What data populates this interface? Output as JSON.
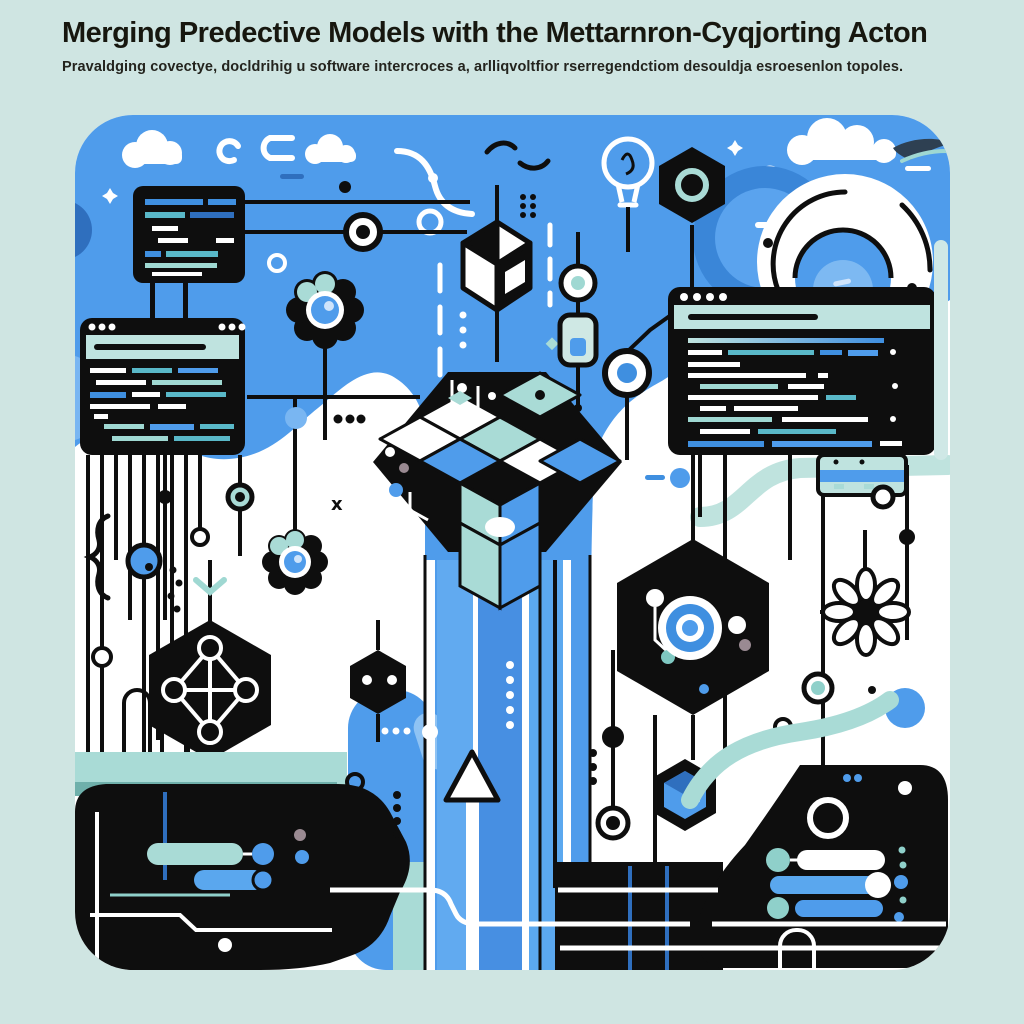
{
  "header": {
    "title": "Merging Predective Models with the Mettarnron-Cyqjorting Acton",
    "subtitle": "Pravaldging covectye, docldrihig u software intercroces a, arlliqvoltfior rserregendctiom desouldja esroesenlon topoles."
  },
  "palette": {
    "page_background": "#cfe5e2",
    "sky_blue": "#4f9ceb",
    "mid_blue": "#3f8fe0",
    "deep_blue": "#2f6fbe",
    "light_blue": "#7db9f2",
    "teal_light": "#a9dbd6",
    "teal_pale": "#bfe3df",
    "ink_black": "#0e0e0e",
    "white": "#ffffff"
  },
  "illustration": {
    "alt": "Abstract flat illustration of predictive-model tooling: code windows, isometric cube cluster, gears, hexagonal nodes and circuit traces on a blue cloud background",
    "elements": [
      "code-panel-icon",
      "browser-window-icon",
      "browser-window-icon",
      "gear-icon",
      "gear-icon",
      "cube-icon",
      "cube-cluster-icon",
      "hexagon-node-icon",
      "network-graph-icon",
      "target-hexagon-icon",
      "lightbulb-icon",
      "radar-icon",
      "toggle-switch-icon",
      "flower-gear-icon",
      "up-arrow-icon",
      "cloud-icon",
      "circuit-trace",
      "chip-blob",
      "chip-blob"
    ]
  }
}
